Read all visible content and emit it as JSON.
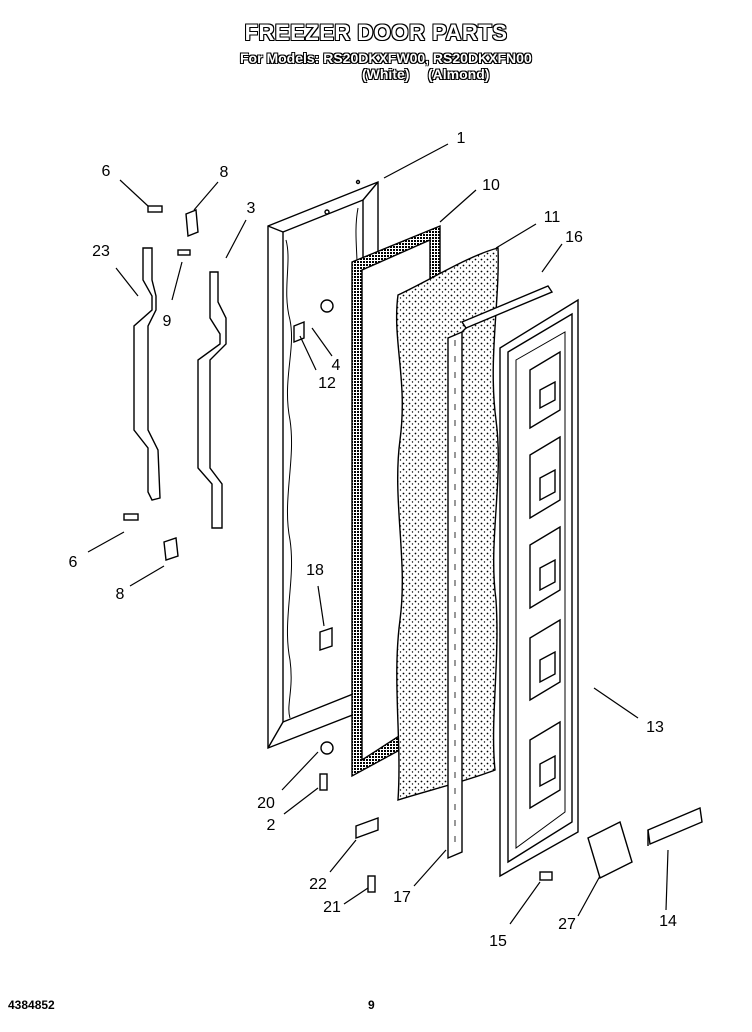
{
  "header": {
    "title": "FREEZER DOOR PARTS",
    "models_line": "For Models: RS20DKXFW00, RS20DKXFN00",
    "color_white": "(White)",
    "color_almond": "(Almond)"
  },
  "callouts": [
    {
      "id": "c1",
      "label": "1"
    },
    {
      "id": "c10",
      "label": "10"
    },
    {
      "id": "c11",
      "label": "11"
    },
    {
      "id": "c16",
      "label": "16"
    },
    {
      "id": "c6a",
      "label": "6"
    },
    {
      "id": "c8a",
      "label": "8"
    },
    {
      "id": "c3",
      "label": "3"
    },
    {
      "id": "c23",
      "label": "23"
    },
    {
      "id": "c9",
      "label": "9"
    },
    {
      "id": "c4",
      "label": "4"
    },
    {
      "id": "c12",
      "label": "12"
    },
    {
      "id": "c6b",
      "label": "6"
    },
    {
      "id": "c8b",
      "label": "8"
    },
    {
      "id": "c18",
      "label": "18"
    },
    {
      "id": "c13",
      "label": "13"
    },
    {
      "id": "c20",
      "label": "20"
    },
    {
      "id": "c2",
      "label": "2"
    },
    {
      "id": "c22",
      "label": "22"
    },
    {
      "id": "c21",
      "label": "21"
    },
    {
      "id": "c17",
      "label": "17"
    },
    {
      "id": "c15",
      "label": "15"
    },
    {
      "id": "c27",
      "label": "27"
    },
    {
      "id": "c14",
      "label": "14"
    }
  ],
  "footer": {
    "doc_number": "4384852",
    "page_number": "9"
  }
}
